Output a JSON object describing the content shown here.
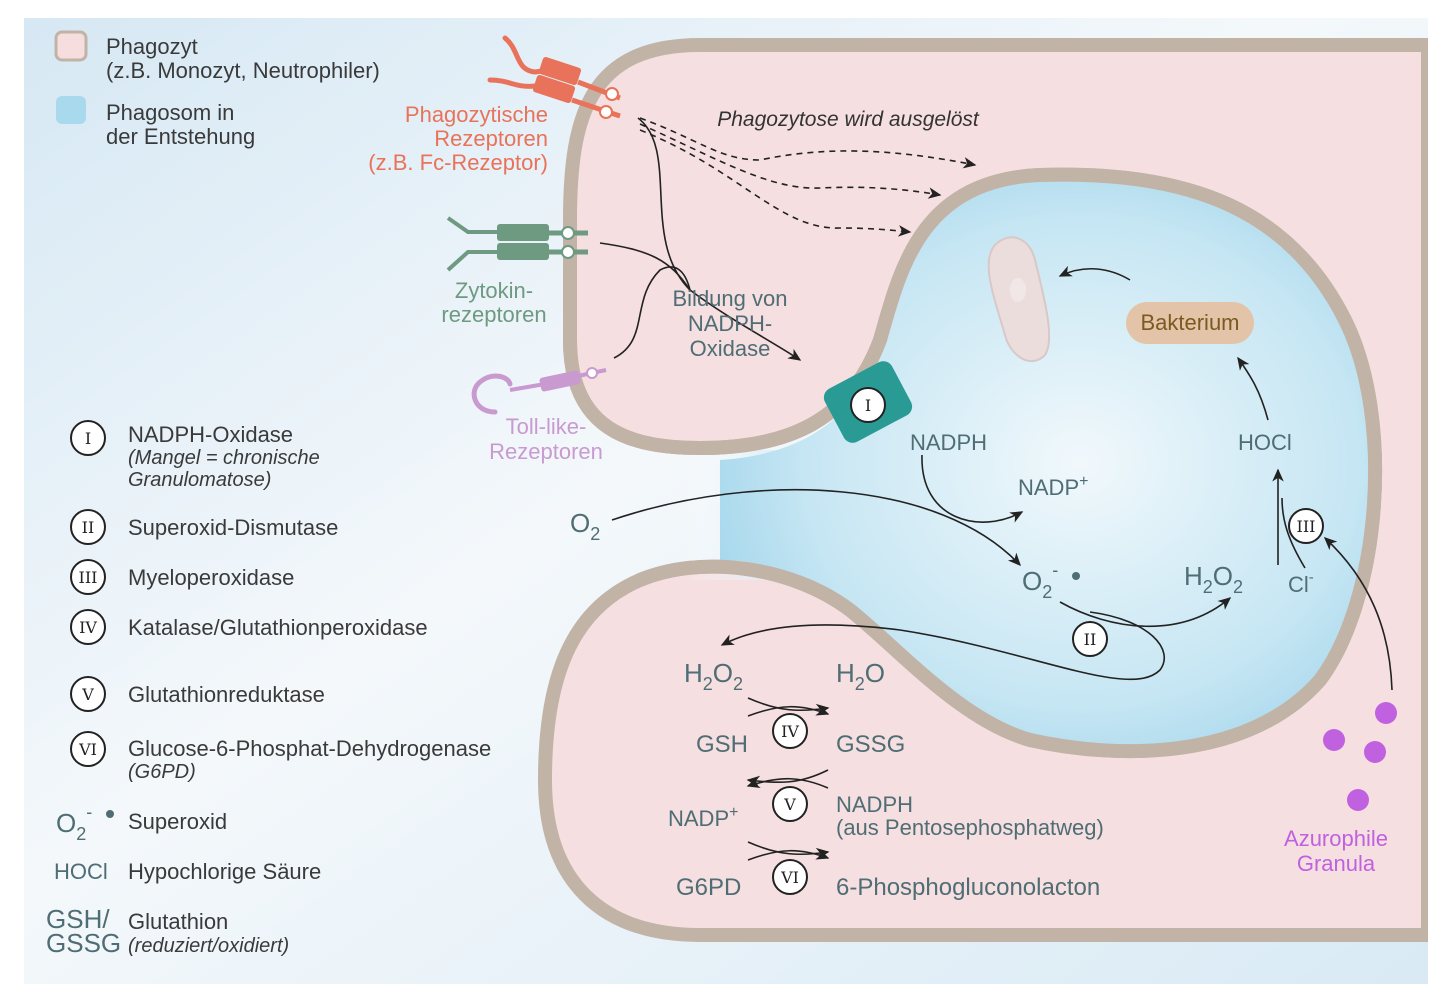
{
  "legend": {
    "phagocyte": {
      "line1": "Phagozyt",
      "line2": "(z.B. Monozyt, Neutrophiler)",
      "color": "#f6dede"
    },
    "phagosome": {
      "line1": "Phagosom in",
      "line2": "der Entstehung",
      "color": "#a9d9ec"
    },
    "enzymes": [
      {
        "numeral": "I",
        "name": "NADPH-Oxidase",
        "note1": "(Mangel = chronische",
        "note2": "Granulomatose)"
      },
      {
        "numeral": "II",
        "name": "Superoxid-Dismutase"
      },
      {
        "numeral": "III",
        "name": "Myeloperoxidase"
      },
      {
        "numeral": "IV",
        "name": "Katalase/Glutathionperoxidase"
      },
      {
        "numeral": "V",
        "name": "Glutathionreduktase"
      },
      {
        "numeral": "VI",
        "name": "Glucose-6-Phosphat-Dehydrogenase",
        "note1": "(G6PD)"
      }
    ],
    "abbreviations": [
      {
        "symbol": "O2-•",
        "meaning": "Superoxid"
      },
      {
        "symbol": "HOCl",
        "meaning": "Hypochlorige Säure"
      },
      {
        "symbol1": "GSH/",
        "symbol2": "GSSG",
        "meaning": "Glutathion",
        "note": "(reduziert/oxidiert)"
      }
    ]
  },
  "receptors": {
    "phagocytic": {
      "line1": "Phagozytische",
      "line2": "Rezeptoren",
      "line3": "(z.B. Fc-Rezeptor)",
      "color": "#e8735a"
    },
    "cytokine": {
      "line1": "Zytokin-",
      "line2": "rezeptoren",
      "color": "#6d9a80"
    },
    "toll_like": {
      "line1": "Toll-like-",
      "line2": "Rezeptoren",
      "color": "#c99ad0"
    }
  },
  "labels": {
    "phagocytosis_triggered": "Phagozytose wird ausgelöst",
    "nadph_formation": {
      "line1": "Bildung von",
      "line2": "NADPH-",
      "line3": "Oxidase"
    },
    "bacterium": "Bakterium",
    "azurophil": {
      "line1": "Azurophile",
      "line2": "Granula",
      "color": "#c061e0"
    }
  },
  "reaction": {
    "o2": {
      "base": "O",
      "sub": "2"
    },
    "nadph": "NADPH",
    "nadp_plus": "NADP",
    "plus": "+",
    "superoxide": {
      "base": "O",
      "sub": "2",
      "sup": "-",
      "dot": "•"
    },
    "h2o2": {
      "h": "H",
      "sub1": "2",
      "o": "O",
      "sub2": "2"
    },
    "chloride": "Cl",
    "chloride_sup": "-",
    "hocl": "HOCl"
  },
  "detox": {
    "h2o2": {
      "h": "H",
      "sub1": "2",
      "o": "O",
      "sub2": "2"
    },
    "h2o": {
      "h": "H",
      "sub": "2",
      "o": "O"
    },
    "gsh": "GSH",
    "gssg": "GSSG",
    "nadp_plus": "NADP",
    "plus": "+",
    "nadph": "NADPH",
    "nadph_source": "(aus Pentosephosphatweg)",
    "g6pd": "G6PD",
    "product": "6-Phosphogluconolacton"
  }
}
